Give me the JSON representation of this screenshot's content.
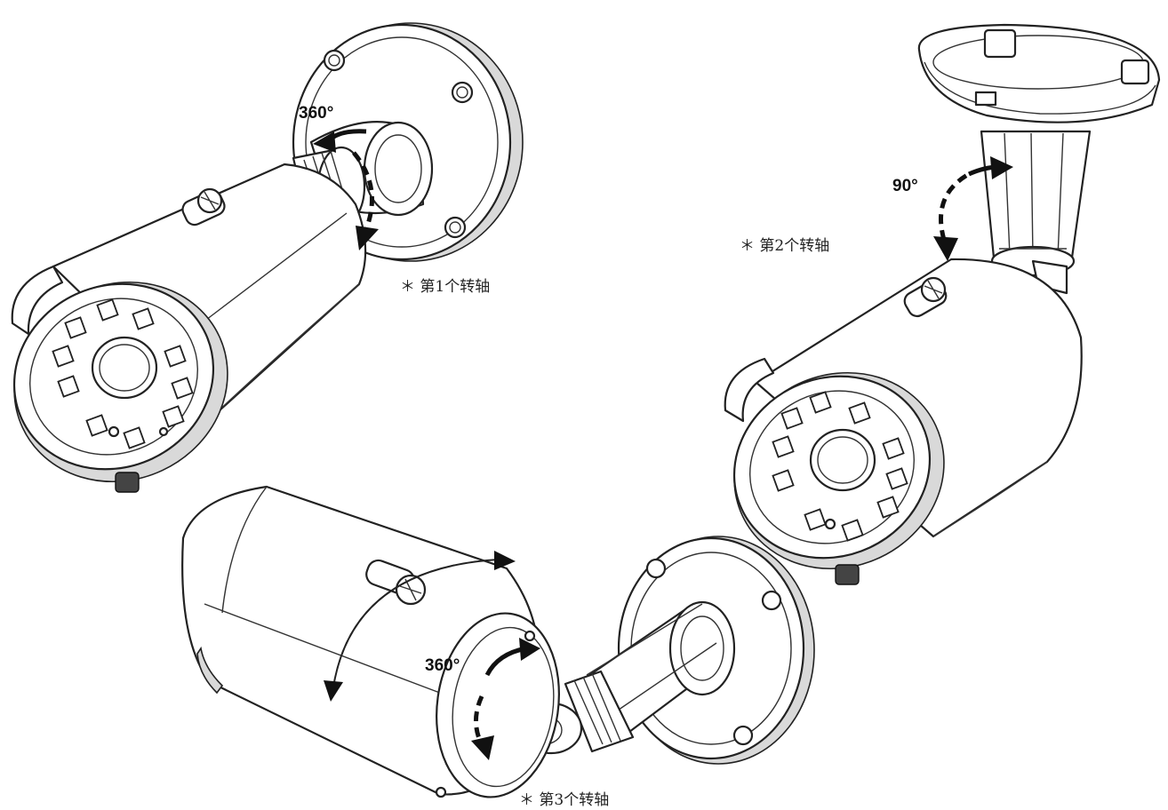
{
  "figure": {
    "angle_labels": {
      "first_rotation": "360°",
      "second_tilt": "90°",
      "third_rotation": "360°"
    },
    "axis_labels": {
      "first": "＊ 第1个转轴",
      "second": "＊ 第2个转轴",
      "third": "＊ 第3个转轴"
    },
    "colors": {
      "line": "#222222",
      "arrow": "#111111",
      "background": "#ffffff"
    }
  }
}
